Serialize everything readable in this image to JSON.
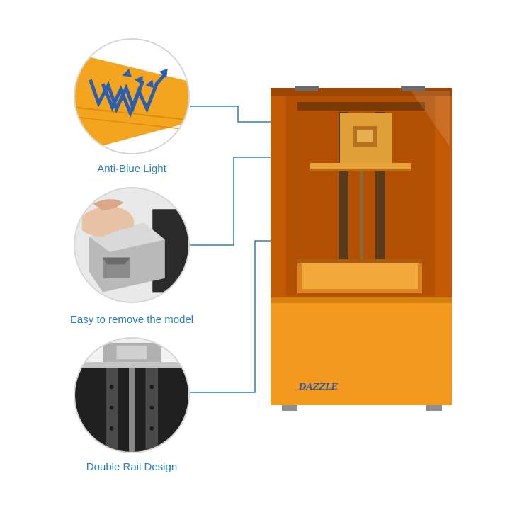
{
  "features": [
    {
      "label": "Anti-Blue Light",
      "icon": "wave-arrows-icon"
    },
    {
      "label": "Easy to remove the model",
      "icon": "platform-closeup"
    },
    {
      "label": "Double Rail Design",
      "icon": "rails-closeup"
    }
  ],
  "product": {
    "brand": "DAZZLE",
    "colors": {
      "body": "#f39a1e",
      "cover": "#c25a05",
      "accent": "#2a7fc0"
    }
  }
}
